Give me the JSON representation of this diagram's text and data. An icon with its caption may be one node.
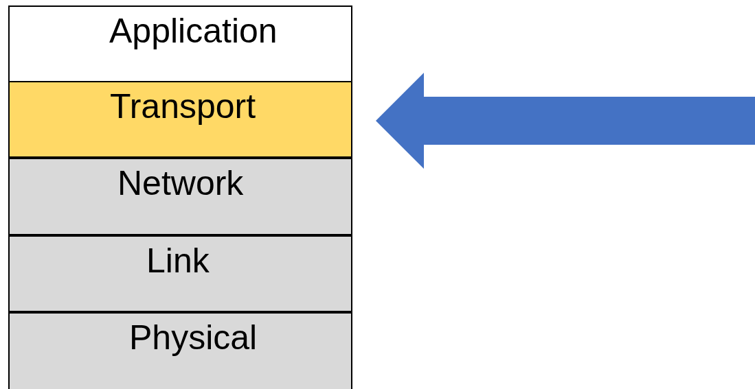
{
  "diagram": {
    "nodes": [
      {
        "text": [
          "Application"
        ]
      },
      {
        "text": [
          "Transport"
        ]
      },
      {
        "text": [
          "Network"
        ]
      },
      {
        "text": [
          "Link"
        ]
      },
      {
        "text": [
          "Physical"
        ]
      }
    ],
    "edges": [
      {
        "from": null,
        "to": 1,
        "arrow": "to",
        "color": "#4472c4"
      }
    ]
  }
}
